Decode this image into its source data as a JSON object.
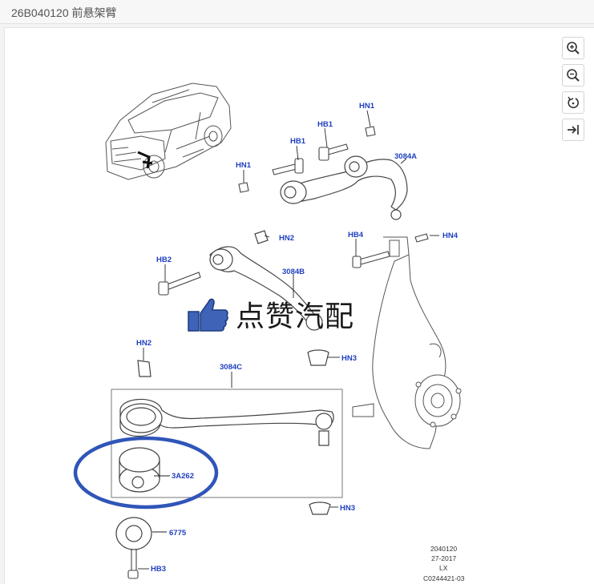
{
  "window": {
    "title": "26B040120 前悬架臂"
  },
  "toolbar": {
    "zoom_in_icon": "zoom-in-icon",
    "zoom_out_icon": "zoom-out-icon",
    "rotate_icon": "rotate-icon",
    "fit_icon": "fit-to-width-icon"
  },
  "colors": {
    "label": "#1f3fbf",
    "highlight": "#2f55b8",
    "line": "#444444"
  },
  "diagram": {
    "labels": {
      "hn1_top": "HN1",
      "hb1_a": "HB1",
      "hb1_b": "HB1",
      "hn1_left": "HN1",
      "arm_3084a": "3084A",
      "hn2_mid": "HN2",
      "hb4": "HB4",
      "hn4": "HN4",
      "hb2": "HB2",
      "arm_3084b": "3084B",
      "hn3_mid": "HN3",
      "hn2_low": "HN2",
      "arm_3084c": "3084C",
      "bushing": "3A262",
      "hn3_low": "HN3",
      "washer": "6775",
      "hb3": "HB3"
    },
    "meta": {
      "line1": "2040120",
      "line2": "27-2017",
      "line3": "LX",
      "line4": "C0244421-03"
    }
  },
  "watermark": {
    "text": "点赞汽配",
    "icon": "thumbs-up-icon"
  }
}
